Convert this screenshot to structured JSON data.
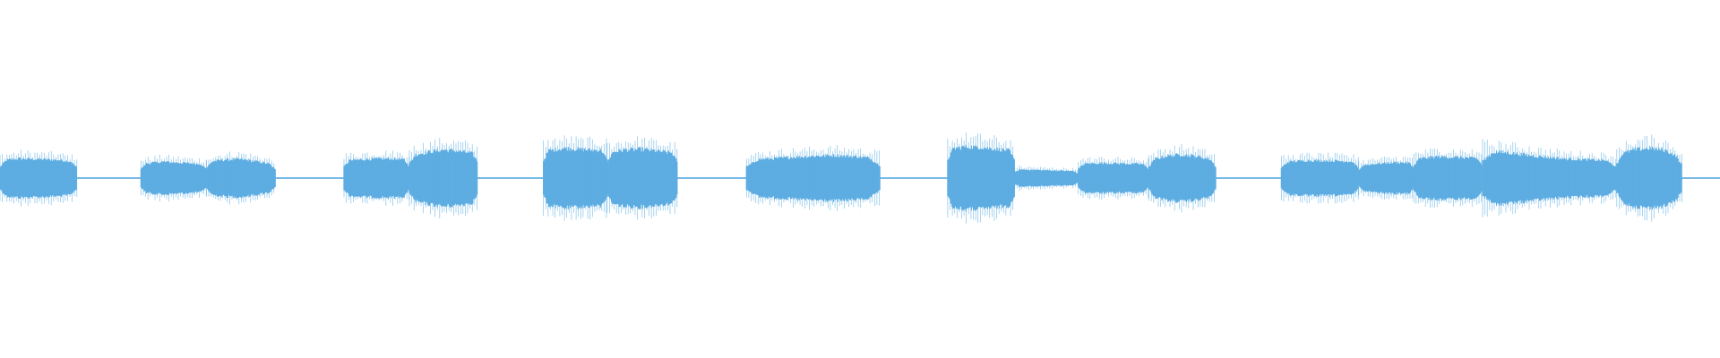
{
  "waveform": {
    "color": "#5dade2",
    "background": "#ffffff",
    "silence_amplitude": 0.04,
    "segments": [
      {
        "start": 0.0,
        "end": 0.045,
        "envelope": [
          0.55,
          0.62,
          0.6,
          0.58,
          0.5
        ]
      },
      {
        "start": 0.082,
        "end": 0.12,
        "envelope": [
          0.45,
          0.52,
          0.48,
          0.44
        ]
      },
      {
        "start": 0.12,
        "end": 0.16,
        "envelope": [
          0.5,
          0.58,
          0.6,
          0.52,
          0.42
        ]
      },
      {
        "start": 0.2,
        "end": 0.238,
        "envelope": [
          0.55,
          0.6,
          0.62,
          0.58
        ]
      },
      {
        "start": 0.238,
        "end": 0.278,
        "envelope": [
          0.7,
          0.82,
          0.9,
          0.85,
          0.75
        ]
      },
      {
        "start": 0.316,
        "end": 0.353,
        "envelope": [
          0.85,
          0.95,
          0.9,
          0.88
        ]
      },
      {
        "start": 0.353,
        "end": 0.394,
        "envelope": [
          0.8,
          0.9,
          0.92,
          0.85,
          0.78
        ]
      },
      {
        "start": 0.434,
        "end": 0.512,
        "envelope": [
          0.55,
          0.62,
          0.66,
          0.7,
          0.72,
          0.68,
          0.6
        ]
      },
      {
        "start": 0.551,
        "end": 0.59,
        "envelope": [
          0.9,
          1.0,
          0.98,
          0.92,
          0.85
        ]
      },
      {
        "start": 0.59,
        "end": 0.627,
        "envelope": [
          0.28,
          0.26,
          0.24,
          0.22
        ]
      },
      {
        "start": 0.627,
        "end": 0.668,
        "envelope": [
          0.45,
          0.48,
          0.46,
          0.44
        ]
      },
      {
        "start": 0.668,
        "end": 0.707,
        "envelope": [
          0.55,
          0.7,
          0.75,
          0.68,
          0.55
        ]
      },
      {
        "start": 0.745,
        "end": 0.79,
        "envelope": [
          0.5,
          0.56,
          0.55,
          0.52
        ]
      },
      {
        "start": 0.79,
        "end": 0.822,
        "envelope": [
          0.4,
          0.46,
          0.5,
          0.48
        ]
      },
      {
        "start": 0.822,
        "end": 0.862,
        "envelope": [
          0.6,
          0.68,
          0.66,
          0.62
        ]
      },
      {
        "start": 0.862,
        "end": 0.94,
        "envelope": [
          0.85,
          0.8,
          0.7,
          0.62,
          0.58,
          0.55
        ]
      },
      {
        "start": 0.94,
        "end": 0.978,
        "envelope": [
          0.7,
          0.9,
          0.95,
          0.88,
          0.6
        ]
      }
    ]
  }
}
